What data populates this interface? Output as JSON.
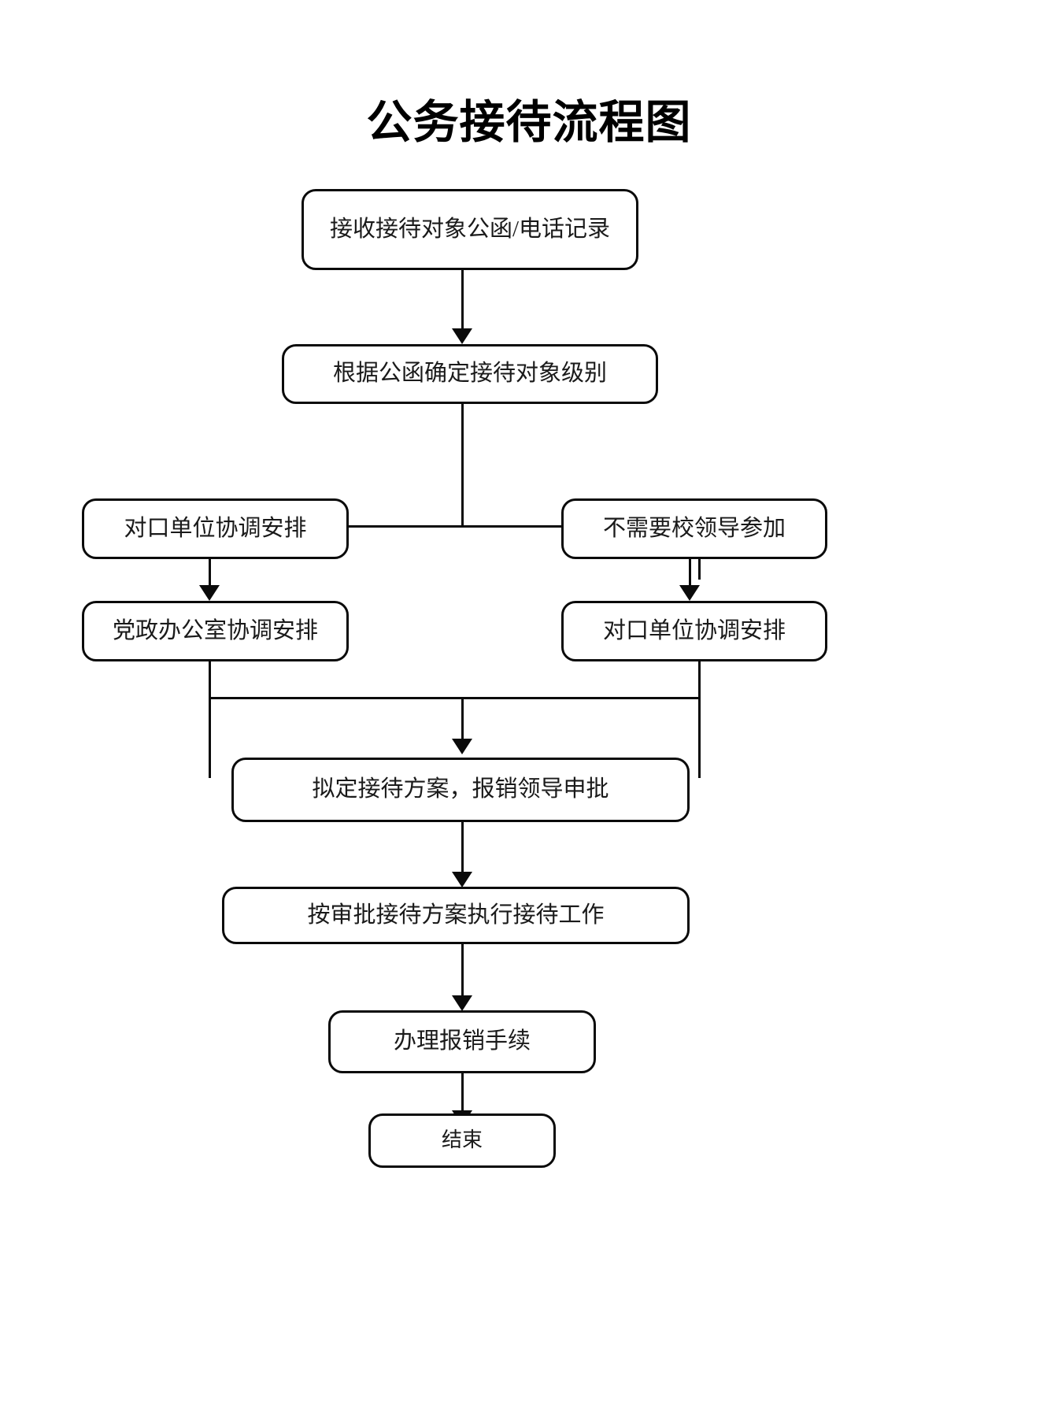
{
  "document": {
    "title": "公务接待流程图",
    "type": "flowchart",
    "background_color": "#ffffff",
    "line_color": "#0a0a0a",
    "text_color": "#1a1a1a"
  },
  "nodes": [
    {
      "id": "n1",
      "label": "接收接待对象公函/电话记录",
      "shape": "rounded-rect"
    },
    {
      "id": "n2",
      "label": "根据公函确定接待对象级别",
      "shape": "rounded-rect"
    },
    {
      "id": "n3",
      "label": "对口单位协调安排",
      "shape": "rounded-rect"
    },
    {
      "id": "n4",
      "label": "不需要校领导参加",
      "shape": "rounded-rect"
    },
    {
      "id": "n5",
      "label": "党政办公室协调安排",
      "shape": "rounded-rect"
    },
    {
      "id": "n6",
      "label": "对口单位协调安排",
      "shape": "rounded-rect"
    },
    {
      "id": "n7",
      "label": "拟定接待方案，报销领导申批",
      "shape": "rounded-rect"
    },
    {
      "id": "n8",
      "label": "按审批接待方案执行接待工作",
      "shape": "rounded-rect"
    },
    {
      "id": "n9",
      "label": "办理报销手续",
      "shape": "rounded-rect"
    },
    {
      "id": "n10",
      "label": "结束",
      "shape": "rounded-rect"
    }
  ],
  "edges": [
    {
      "from": "n1",
      "to": "n2",
      "style": "arrow-down"
    },
    {
      "from": "n2",
      "to": "n3",
      "style": "split-left"
    },
    {
      "from": "n2",
      "to": "n4",
      "style": "split-right"
    },
    {
      "from": "n3",
      "to": "n5",
      "style": "arrow-down"
    },
    {
      "from": "n4",
      "to": "n6",
      "style": "arrow-down"
    },
    {
      "from": "n5",
      "to": "n7",
      "style": "merge-left"
    },
    {
      "from": "n6",
      "to": "n7",
      "style": "merge-right"
    },
    {
      "from": "n7",
      "to": "n8",
      "style": "arrow-down"
    },
    {
      "from": "n8",
      "to": "n9",
      "style": "arrow-down"
    },
    {
      "from": "n9",
      "to": "n10",
      "style": "arrow-down"
    }
  ]
}
